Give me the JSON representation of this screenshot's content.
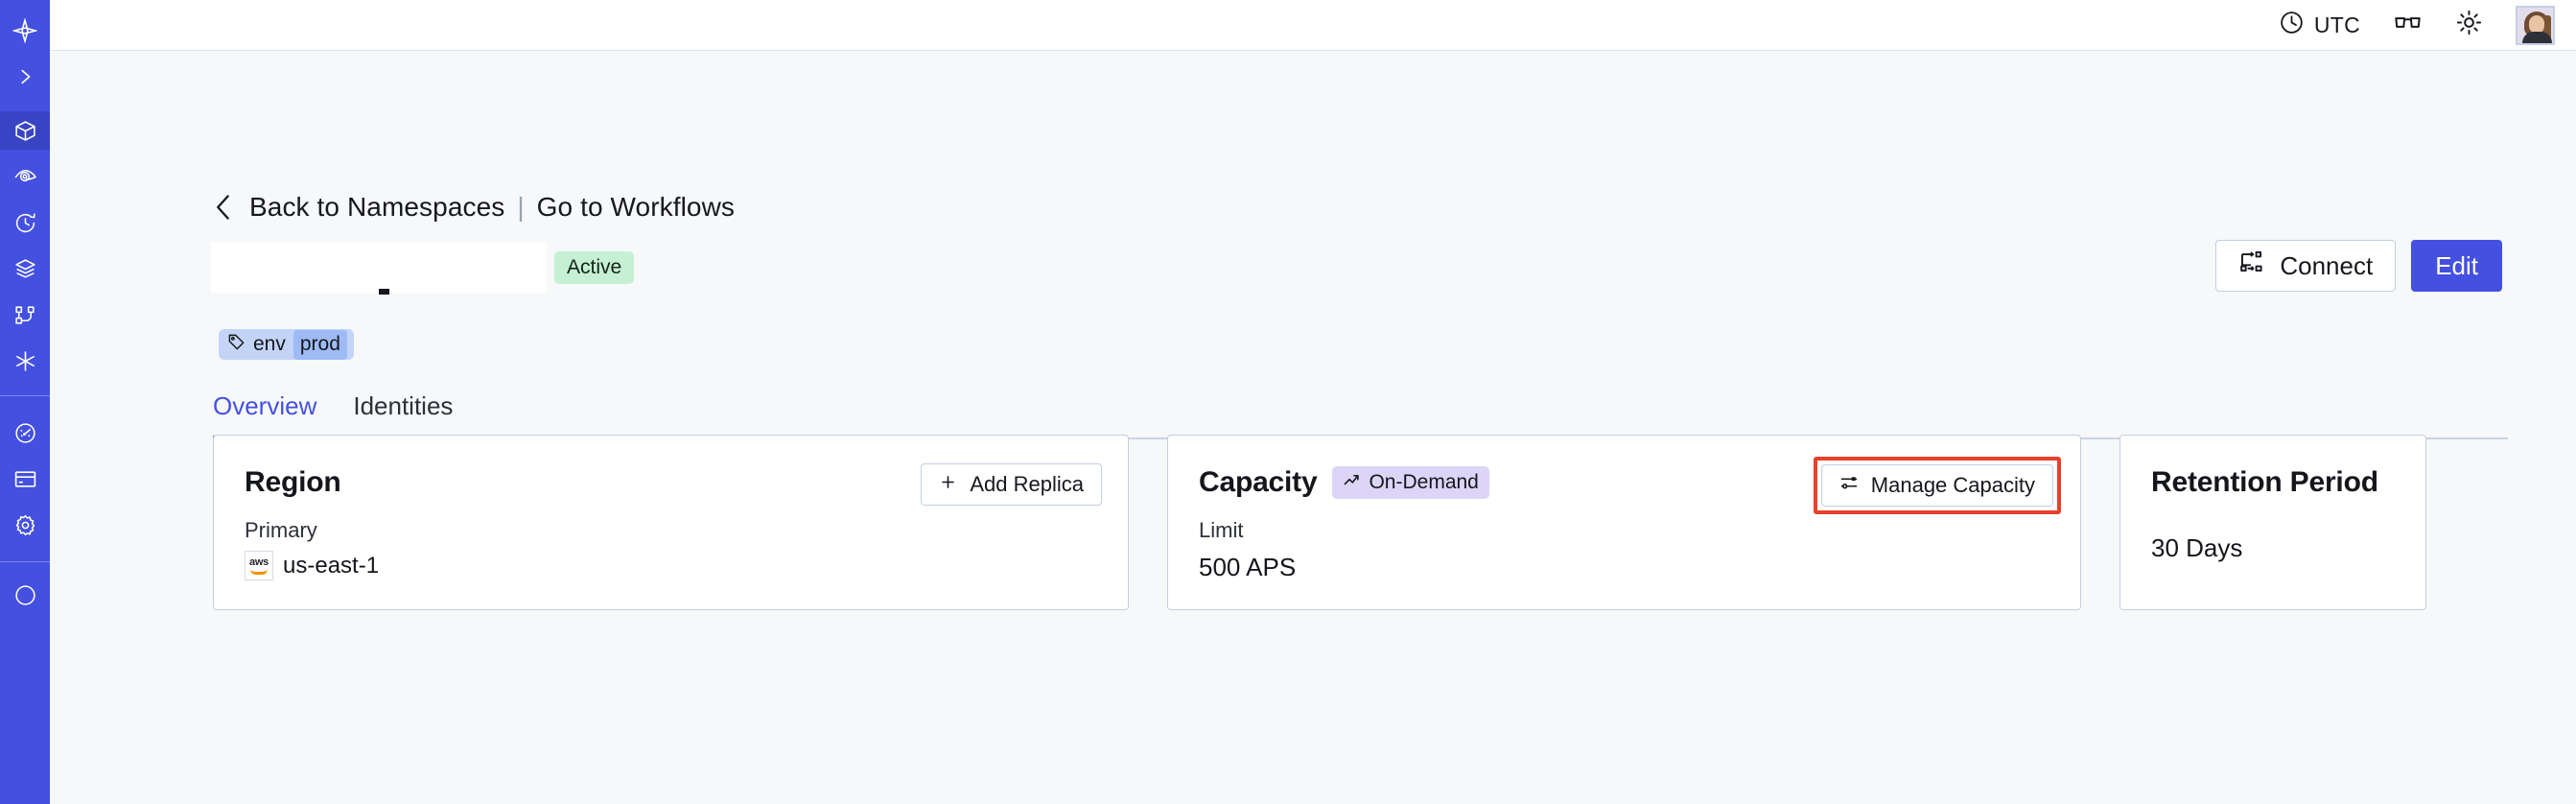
{
  "sidebar": {
    "items": [
      {
        "name": "logo",
        "icon": "temporal-logo-icon",
        "active": false
      },
      {
        "name": "expand",
        "icon": "chevron-right-icon",
        "active": false
      },
      {
        "name": "namespaces",
        "icon": "cube-icon",
        "active": true
      },
      {
        "name": "observe",
        "icon": "eye-swirl-icon",
        "active": false
      },
      {
        "name": "history",
        "icon": "clock-rewind-icon",
        "active": false
      },
      {
        "name": "layers",
        "icon": "layers-icon",
        "active": false
      },
      {
        "name": "workflows",
        "icon": "git-branch-icon",
        "active": false
      },
      {
        "name": "integrations",
        "icon": "asterisk-icon",
        "active": false
      },
      {
        "name": "usage",
        "icon": "gauge-icon",
        "active": false
      },
      {
        "name": "billing",
        "icon": "credit-card-icon",
        "active": false
      },
      {
        "name": "settings",
        "icon": "gear-icon",
        "active": false
      }
    ]
  },
  "header": {
    "timezone_label": "UTC",
    "timezone_icon": "clock-icon",
    "glasses_icon": "glasses-icon",
    "theme_icon": "sun-icon",
    "avatar_name": "user-avatar"
  },
  "breadcrumb": {
    "back_icon": "chevron-left-icon",
    "back_label": "Back to Namespaces",
    "separator": "|",
    "forward_label": "Go to Workflows"
  },
  "title": {
    "namespace_name": "",
    "status": "Active",
    "tag_icon": "tag-icon",
    "tag_key": "env",
    "tag_value": "prod"
  },
  "actions": {
    "connect_label": "Connect",
    "connect_icon": "connect-flow-icon",
    "edit_label": "Edit"
  },
  "tabs": [
    {
      "label": "Overview",
      "active": true
    },
    {
      "label": "Identities",
      "active": false
    }
  ],
  "cards": {
    "region": {
      "title": "Region",
      "action_label": "Add Replica",
      "action_icon": "plus-icon",
      "sublabel": "Primary",
      "provider_icon": "aws-logo",
      "provider_text": "aws",
      "value": "us-east-1"
    },
    "capacity": {
      "title": "Capacity",
      "mode_badge": "On-Demand",
      "mode_icon": "trending-up-icon",
      "action_label": "Manage Capacity",
      "action_icon": "sliders-icon",
      "sublabel": "Limit",
      "value": "500 APS"
    },
    "retention": {
      "title": "Retention Period",
      "value": "30  Days"
    }
  },
  "colors": {
    "brand": "#4450E0",
    "sidebar": "#4450E0",
    "sidebar_active": "#3944C4",
    "page_bg": "#F7F8FA",
    "card_border": "#C3CEE3",
    "status_active_bg": "#C6F0D4",
    "tag_bg": "#C3D4F7",
    "tag_value_bg": "#9EBBF5",
    "badge_purple_bg": "#DDD5F8",
    "highlight_red": "#E8402A"
  }
}
